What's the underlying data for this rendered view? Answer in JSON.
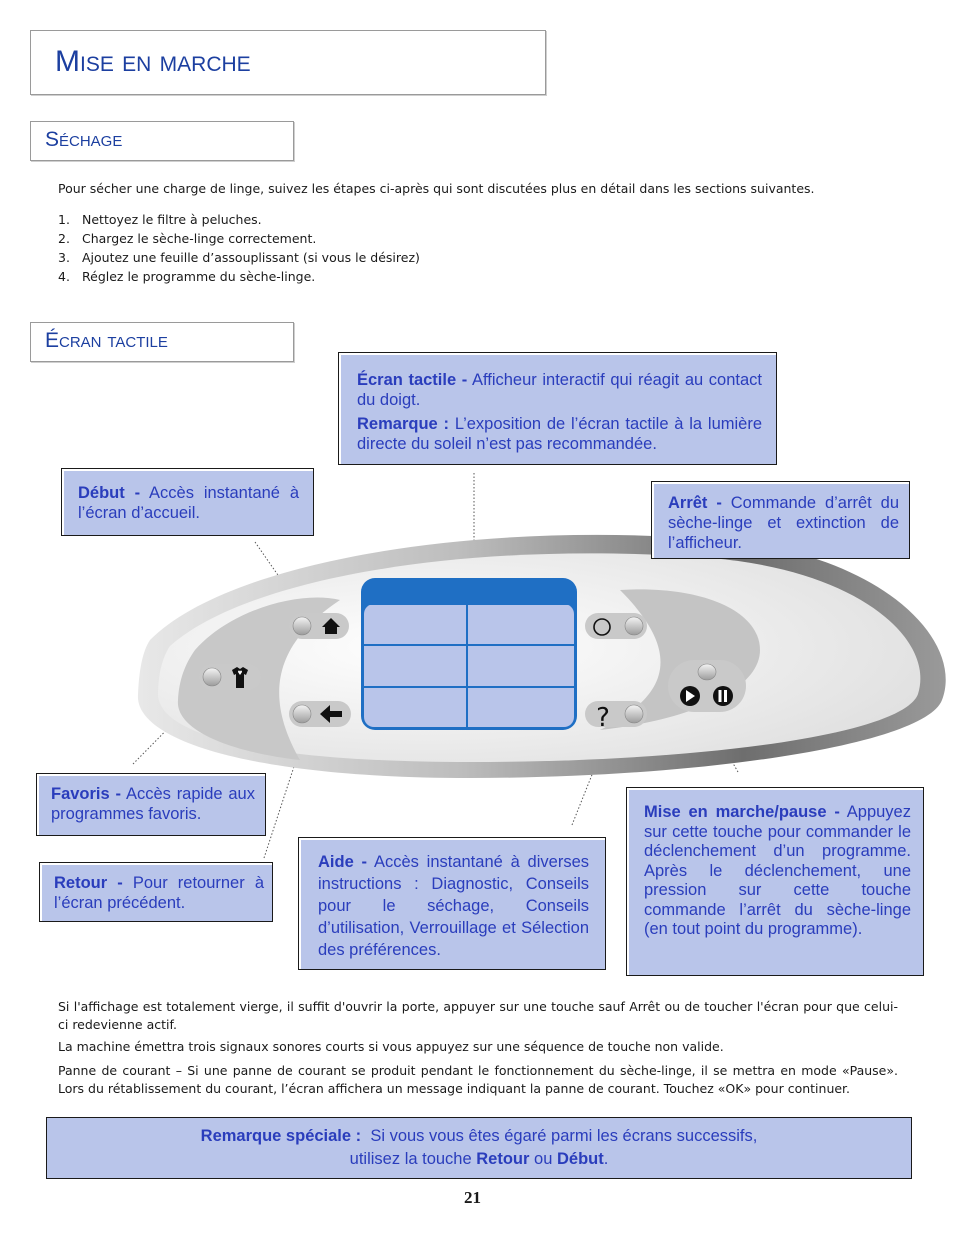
{
  "title": "Mise en marche",
  "sections": {
    "sechage": {
      "title": "Séchage",
      "intro": "Pour sécher une charge de linge, suivez les étapes ci-après qui sont discutées plus en détail dans les sections suivantes.",
      "steps": [
        {
          "num": "1.",
          "text": "Nettoyez le filtre à peluches."
        },
        {
          "num": "2.",
          "text": "Chargez le sèche-linge correctement."
        },
        {
          "num": "3.",
          "text": "Ajoutez une feuille d’assouplissant (si vous le désirez)"
        },
        {
          "num": "4.",
          "text": "Réglez le programme du sèche-linge."
        }
      ]
    },
    "ecran": {
      "title": "Écran tactile"
    }
  },
  "callouts": {
    "ecran": {
      "label": "Écran tactile -",
      "text": "Afficheur interactif qui réagit au contact du doigt.",
      "note_label": "Remarque :",
      "note_text": "L’exposition de l’écran tactile à la lumière directe du soleil n’est pas recommandée."
    },
    "debut": {
      "label": "Début -",
      "text": "Accès instantané à l’écran d’accueil."
    },
    "arret": {
      "label": "Arrêt -",
      "text": "Commande d’arrêt du sèche-linge et extinction de l’afficheur."
    },
    "favoris": {
      "label": "Favoris -",
      "text": "Accès rapide aux programmes favoris."
    },
    "retour": {
      "label": "Retour -",
      "text": "Pour retourner à l’écran précédent."
    },
    "aide": {
      "label": "Aide -",
      "text": "Accès instantané à diverses instructions : Diagnostic, Conseils pour le séchage, Conseils d’utilisation, Verrouillage et Sélection des préférences."
    },
    "marche": {
      "label": "Mise en marche/pause -",
      "text": "Appuyez sur cette touche pour commander le déclenchement d’un programme. Après le déclenchement, une pression sur cette touche commande l’arrêt du sèche-linge (en tout point du programme)."
    }
  },
  "panel": {
    "help_symbol": "?",
    "icons": [
      "home-icon",
      "shirt-heart-icon",
      "back-arrow-icon",
      "stop-circle-icon",
      "help-icon",
      "play-icon",
      "pause-icon"
    ],
    "colors": {
      "screen": "#1f6fc4",
      "callout_bg": "#b9c5ea",
      "callout_text": "#2a3dbc",
      "title": "#1c3fa0"
    }
  },
  "paragraphs": [
    "Si l'affichage est totalement vierge, il suffit d'ouvrir la porte, appuyer sur une touche sauf Arrêt ou de toucher l'écran pour que celui-ci redevienne actif.",
    "La machine émettra trois signaux sonores courts si vous appuyez sur une séquence de touche non valide.",
    "Panne de courant – Si une panne de courant se produit pendant le fonctionnement du sèche-linge, il se mettra en mode «Pause». Lors du rétablissement du courant, l’écran affichera un message indiquant la panne de courant. Touchez «OK» pour continuer."
  ],
  "special_note": {
    "label": "Remarque spéciale :",
    "text1": "Si vous vous êtes égaré parmi les écrans successifs,",
    "text2a": "utilisez la touche",
    "retour": "Retour",
    "ou": "ou",
    "debut": "Début",
    "end": "."
  },
  "page_number": "21"
}
